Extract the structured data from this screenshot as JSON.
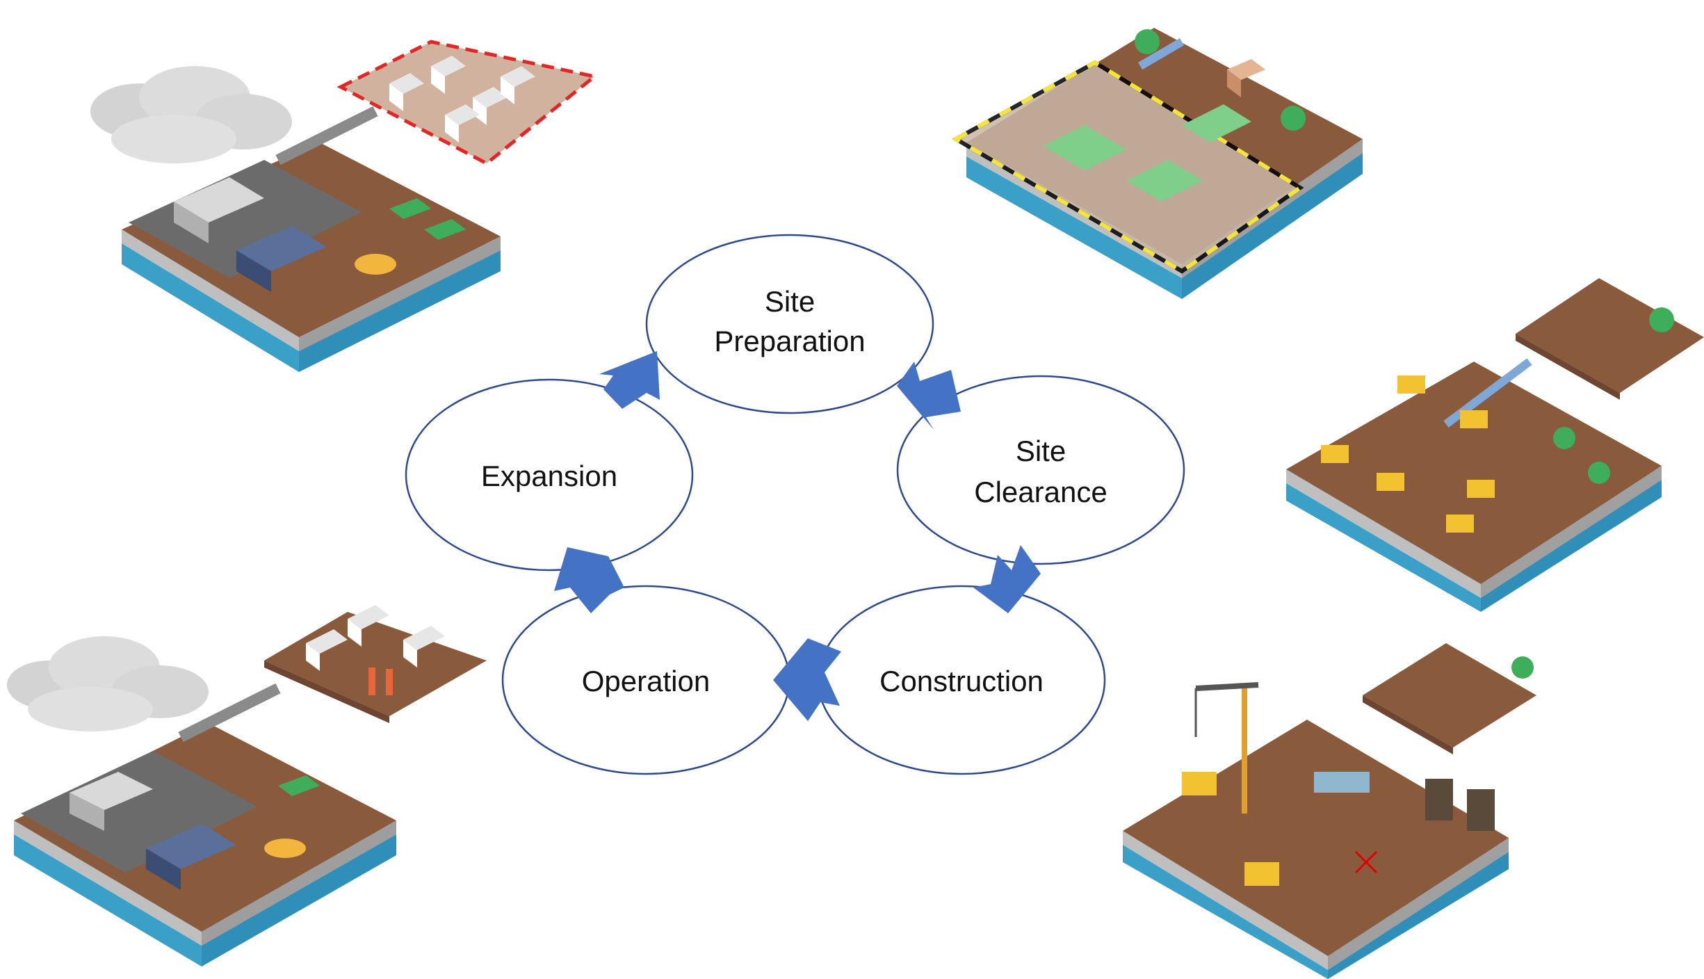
{
  "diagram": {
    "type": "cycle",
    "stages": [
      {
        "id": "site-preparation",
        "lines": [
          "Site",
          "Preparation"
        ]
      },
      {
        "id": "site-clearance",
        "lines": [
          "Site",
          "Clearance"
        ]
      },
      {
        "id": "construction",
        "lines": [
          "Construction"
        ]
      },
      {
        "id": "operation",
        "lines": [
          "Operation"
        ]
      },
      {
        "id": "expansion",
        "lines": [
          "Expansion"
        ]
      }
    ],
    "flow": [
      [
        "site-preparation",
        "site-clearance"
      ],
      [
        "site-clearance",
        "construction"
      ],
      [
        "construction",
        "operation"
      ],
      [
        "operation",
        "expansion"
      ],
      [
        "expansion",
        "site-preparation"
      ]
    ],
    "illustrations": [
      {
        "name": "industrial-expansion-illustration",
        "depicts": "factory island with new housing plot outlined in red dashes"
      },
      {
        "name": "site-preparation-illustration",
        "depicts": "village island with area outlined in yellow-black dashes"
      },
      {
        "name": "site-clearance-illustration",
        "depicts": "island with excavators and barricades clearing houses"
      },
      {
        "name": "construction-illustration",
        "depicts": "island with tower crane, workers and excavators"
      },
      {
        "name": "operation-illustration",
        "depicts": "factory island with relocated housing and residents"
      }
    ]
  },
  "colors": {
    "ellipse_stroke": "#2f4a8c",
    "arrow_fill": "#4472c4",
    "water": "#4fb8de",
    "soil": "#8a5a3c",
    "grass": "#3fae5a"
  }
}
